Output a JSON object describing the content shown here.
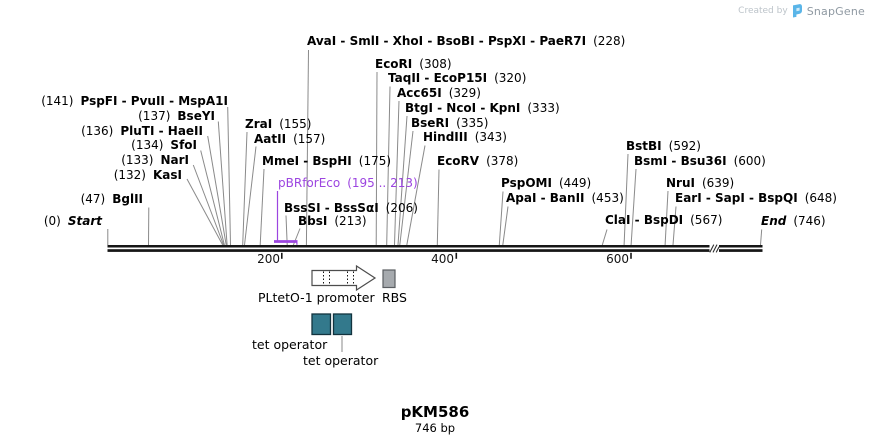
{
  "watermark": {
    "created_by": "Created by",
    "brand": "SnapGene"
  },
  "map": {
    "title": "pKM586",
    "length_label": "746 bp",
    "axis_ticks": [
      "200",
      "400",
      "600"
    ],
    "colors": {
      "primer": "#9C45E0",
      "tet_operator_fill": "#33798C",
      "rbs_fill": "#A6AAAE",
      "backbone": "#161616",
      "connector_gray": "#8A8A8A",
      "brand_blue": "#5AB5E8"
    }
  },
  "primer": {
    "name": "pBRforEco",
    "range": "(195 .. 213)"
  },
  "features": [
    {
      "label": "PLtetO-1 promoter",
      "type": "promoter-arrow"
    },
    {
      "label": "RBS",
      "type": "box"
    },
    {
      "label": "tet operator",
      "type": "box"
    },
    {
      "label": "tet operator",
      "type": "box"
    }
  ],
  "sites": [
    {
      "names": "Start",
      "pos": "(0)"
    },
    {
      "names": "BglII",
      "pos": "(47)"
    },
    {
      "names": "KasI",
      "pos": "(132)"
    },
    {
      "names": "NarI",
      "pos": "(133)"
    },
    {
      "names": "SfoI",
      "pos": "(134)"
    },
    {
      "names": "PluTI - HaeII",
      "pos": "(136)"
    },
    {
      "names": "BseYI",
      "pos": "(137)"
    },
    {
      "names": "PspFI - PvuII - MspA1I",
      "pos": "(141)"
    },
    {
      "names": "ZraI",
      "pos": "(155)"
    },
    {
      "names": "AatII",
      "pos": "(157)"
    },
    {
      "names": "MmeI - BspHI",
      "pos": "(175)"
    },
    {
      "names": "BssSI - BssSαI",
      "pos": "(206)"
    },
    {
      "names": "BbsI",
      "pos": "(213)"
    },
    {
      "names": "AvaI - SmlI - XhoI - BsoBI - PspXI - PaeR7I",
      "pos": "(228)"
    },
    {
      "names": "EcoRI",
      "pos": "(308)"
    },
    {
      "names": "TaqII - EcoP15I",
      "pos": "(320)"
    },
    {
      "names": "Acc65I",
      "pos": "(329)"
    },
    {
      "names": "BtgI - NcoI - KpnI",
      "pos": "(333)"
    },
    {
      "names": "BseRI",
      "pos": "(335)"
    },
    {
      "names": "HindIII",
      "pos": "(343)"
    },
    {
      "names": "EcoRV",
      "pos": "(378)"
    },
    {
      "names": "PspOMI",
      "pos": "(449)"
    },
    {
      "names": "ApaI - BanII",
      "pos": "(453)"
    },
    {
      "names": "ClaI - BspDI",
      "pos": "(567)"
    },
    {
      "names": "BstBI",
      "pos": "(592)"
    },
    {
      "names": "BsmI - Bsu36I",
      "pos": "(600)"
    },
    {
      "names": "NruI",
      "pos": "(639)"
    },
    {
      "names": "EarI - SapI - BspQI",
      "pos": "(648)"
    },
    {
      "names": "End",
      "pos": "(746)"
    }
  ]
}
